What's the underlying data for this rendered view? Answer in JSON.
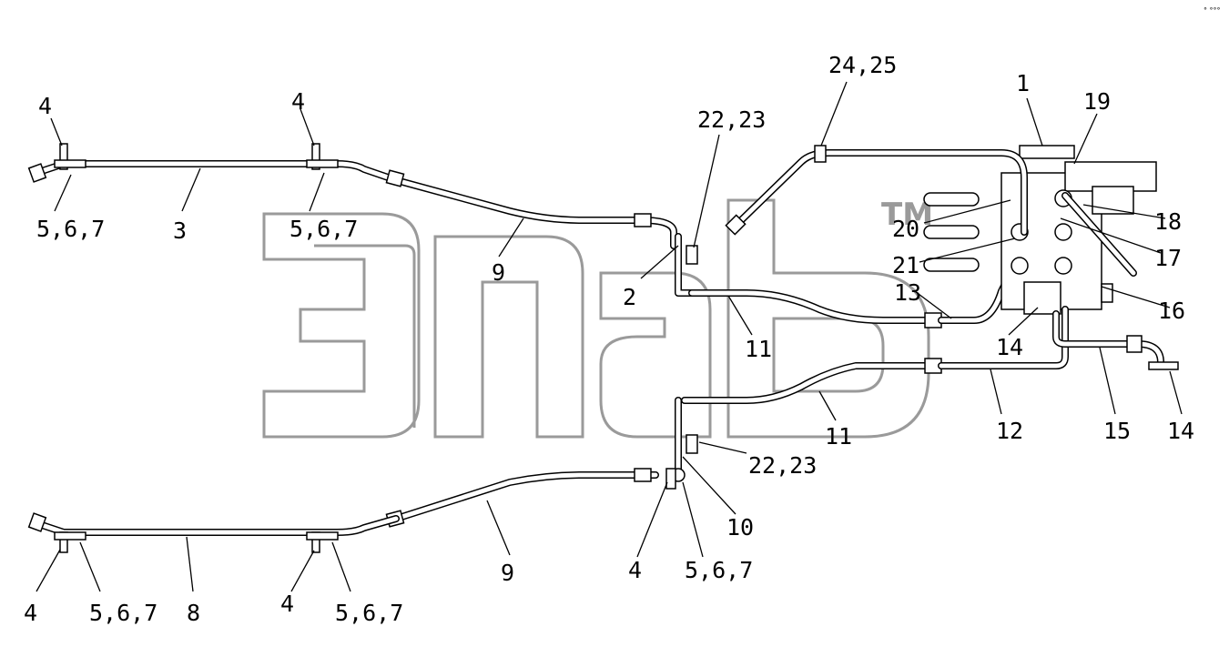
{
  "watermark": {
    "trademark": "TM"
  },
  "corner_mark": "° °°°",
  "callouts": {
    "c1": "1",
    "c2": "2",
    "c3": "3",
    "c4_top_left": "4",
    "c4_top_mid": "4",
    "c4_bottom_left": "4",
    "c4_bottom_mid": "4",
    "c4_bottom_right": "4",
    "c567_top_left": "5,6,7",
    "c567_top_mid": "5,6,7",
    "c567_bottom_left": "5,6,7",
    "c567_bottom_mid": "5,6,7",
    "c567_bottom_right": "5,6,7",
    "c8": "8",
    "c9_top": "9",
    "c9_bottom": "9",
    "c10": "10",
    "c11_top": "11",
    "c11_bottom": "11",
    "c12": "12",
    "c13": "13",
    "c14_mid": "14",
    "c14_right": "14",
    "c15": "15",
    "c16": "16",
    "c17": "17",
    "c18": "18",
    "c19": "19",
    "c20": "20",
    "c21": "21",
    "c2223_top": "22,23",
    "c2223_bottom": "22,23",
    "c2425": "24,25"
  }
}
